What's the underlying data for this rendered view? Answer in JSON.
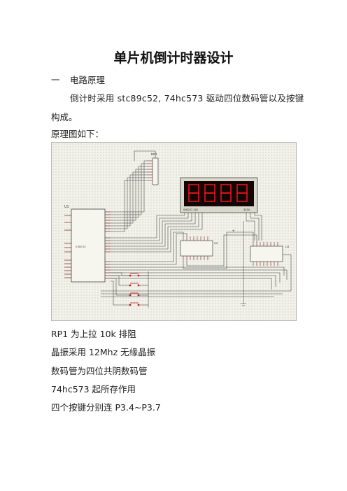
{
  "doc": {
    "title": "单片机倒计时器设计",
    "section1": {
      "num": "一",
      "title": "电路原理"
    },
    "p1_line1": "倒计时采用 stc89c52, 74hc573 驱动四位数码管以及按键",
    "p1_line2": "构成。",
    "p2": "原理图如下：",
    "notes": [
      "RP1 为上拉 10k 排阻",
      "晶振采用 12Mhz 无缘晶振",
      "数码管为四位共阴数码管",
      "74hc573 起所存作用",
      "四个按键分别连 P3.4~P3.7"
    ]
  },
  "schematic": {
    "labels": {
      "u1": "U1",
      "rp1": "RP1",
      "u2": "U2",
      "u3": "U3",
      "u1_part": "AT89C52",
      "display_left": "0000.D 11D",
      "display_right": "3234",
      "digits": "8888"
    },
    "colors": {
      "wire": "#3a3a3a",
      "pin": "#7a1f1f",
      "component_fill": "#f6f6ee",
      "display_bg": "#140404",
      "segment": "#e01818",
      "button": "#c02020"
    }
  }
}
